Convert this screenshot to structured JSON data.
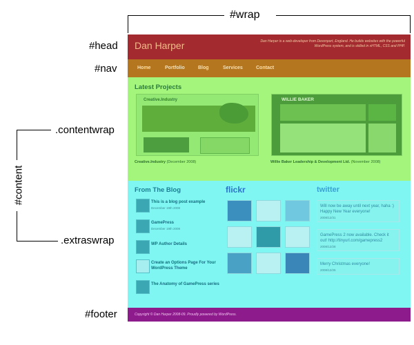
{
  "annotations": {
    "wrap": "#wrap",
    "head": "#head",
    "nav": "#nav",
    "contentwrap": ".contentwrap",
    "content": "#content",
    "extraswrap": ".extraswrap",
    "footer": "#footer"
  },
  "site": {
    "title": "Dan Harper",
    "blurb": "Dan Harper is a web-developer from Devonport, England. He builds websites with the powerful WordPress system, and is skilled in xHTML, CSS and PHP.",
    "nav": [
      "Home",
      "Portfolio",
      "Blog",
      "Services",
      "Contact"
    ],
    "latest_projects": {
      "heading": "Latest Projects",
      "projects": [
        {
          "name": "Creative.Industry",
          "date": "(December 2008)"
        },
        {
          "name": "Willie Baker Leadership & Development Ltd.",
          "date": "(November 2008)"
        }
      ],
      "shot1_brand": "Creative.Industry",
      "shot2_brand": "WILLIE BAKER"
    },
    "blog": {
      "heading": "From The Blog",
      "posts": [
        {
          "title": "This is a blog post example",
          "date": "December 19th 2008"
        },
        {
          "title": "GamePress",
          "date": "December 19th 2008"
        },
        {
          "title": "WP Author Details",
          "date": ""
        },
        {
          "title": "Create an Options Page For Your WordPress Theme",
          "date": ""
        },
        {
          "title": "The Anatomy of GamePress series",
          "date": ""
        }
      ]
    },
    "flickr": {
      "logo": "flickr"
    },
    "twitter": {
      "logo": "twitter",
      "tweets": [
        {
          "text": "Will now be away until next year, haha :) Happy New Year everyone!",
          "date": "2008/12/31"
        },
        {
          "text": "GamePress 2 now available. Check it out! http://tinyurl.com/gamepress2",
          "date": "2008/12/28"
        },
        {
          "text": "Merry Christmas everyone!",
          "date": "2008/12/25"
        }
      ]
    },
    "footer": "Copyright © Dan Harper 2008-09. Proudly powered by WordPress."
  },
  "colors": {
    "head": "#a32a2e",
    "nav": "#b4761f",
    "content": "#a4f57c",
    "extras": "#7ff6f1",
    "footer": "#8d1b8c"
  }
}
